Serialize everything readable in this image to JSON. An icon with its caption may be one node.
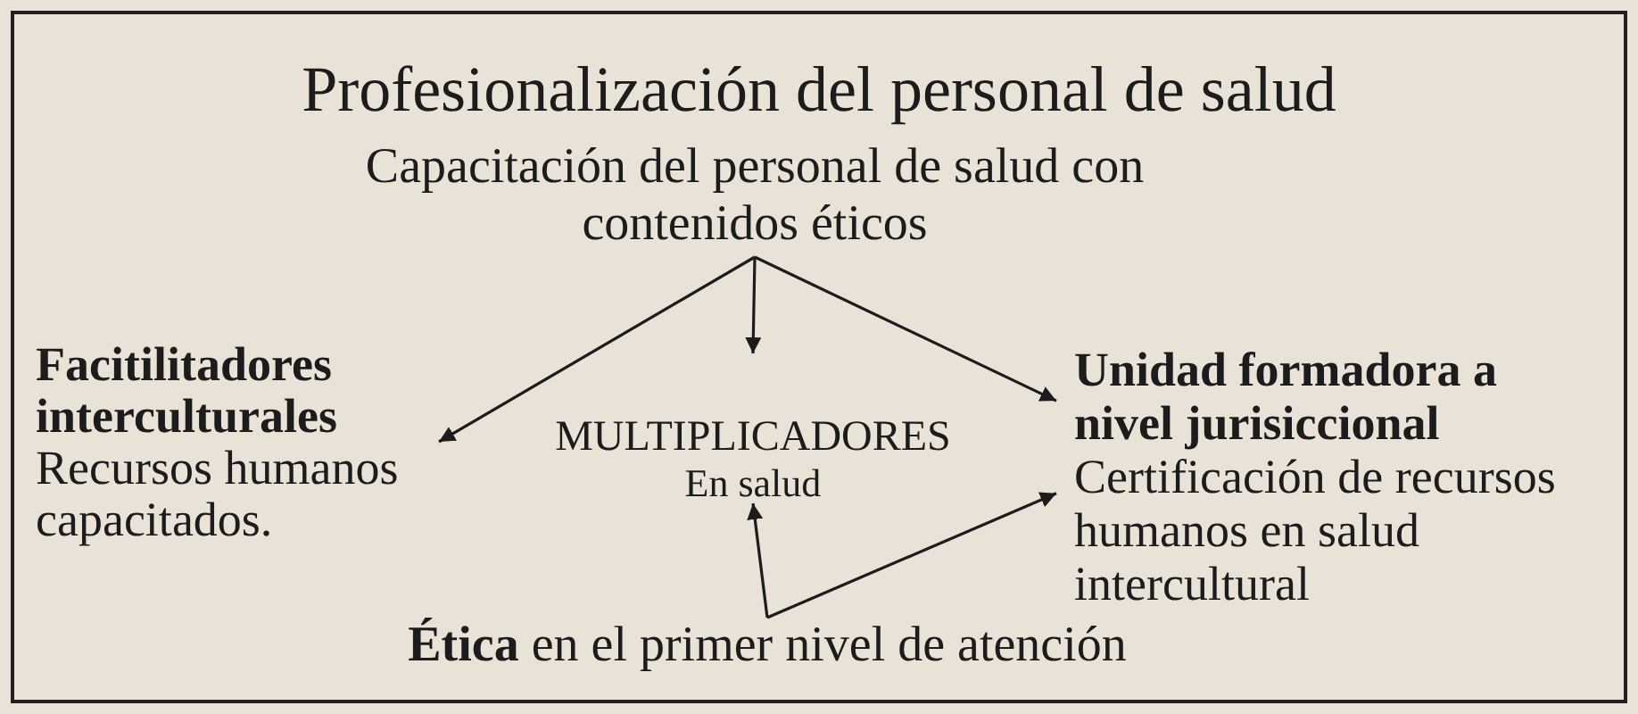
{
  "diagram": {
    "nodes": [
      {
        "text": [
          "Profesionalización del personal de salud"
        ]
      },
      {
        "text": [
          "Capacitación del personal de salud con contenidos éticos"
        ],
        "in": 0
      },
      {
        "text": [
          "Facitilitadores interculturales",
          "Recursos humanos capacitados."
        ],
        "in": 0
      },
      {
        "text": [
          "MULTIPLICADORES",
          "En salud"
        ],
        "in": 0
      },
      {
        "text": [
          "Unidad formadora a nivel jurisiccional",
          "Certificación de recursos humanos en salud intercultural"
        ],
        "in": 0
      },
      {
        "text": [
          "**Ética** en el primer nivel de atención"
        ],
        "in": 0
      }
    ],
    "edges": [
      {
        "from": 1,
        "to": 2,
        "arrow": "to"
      },
      {
        "from": 1,
        "to": 3,
        "arrow": "to"
      },
      {
        "from": 1,
        "to": 4,
        "arrow": "to"
      },
      {
        "from": 5,
        "to": 3,
        "arrow": "to"
      },
      {
        "from": 5,
        "to": 4,
        "arrow": "to"
      }
    ]
  }
}
